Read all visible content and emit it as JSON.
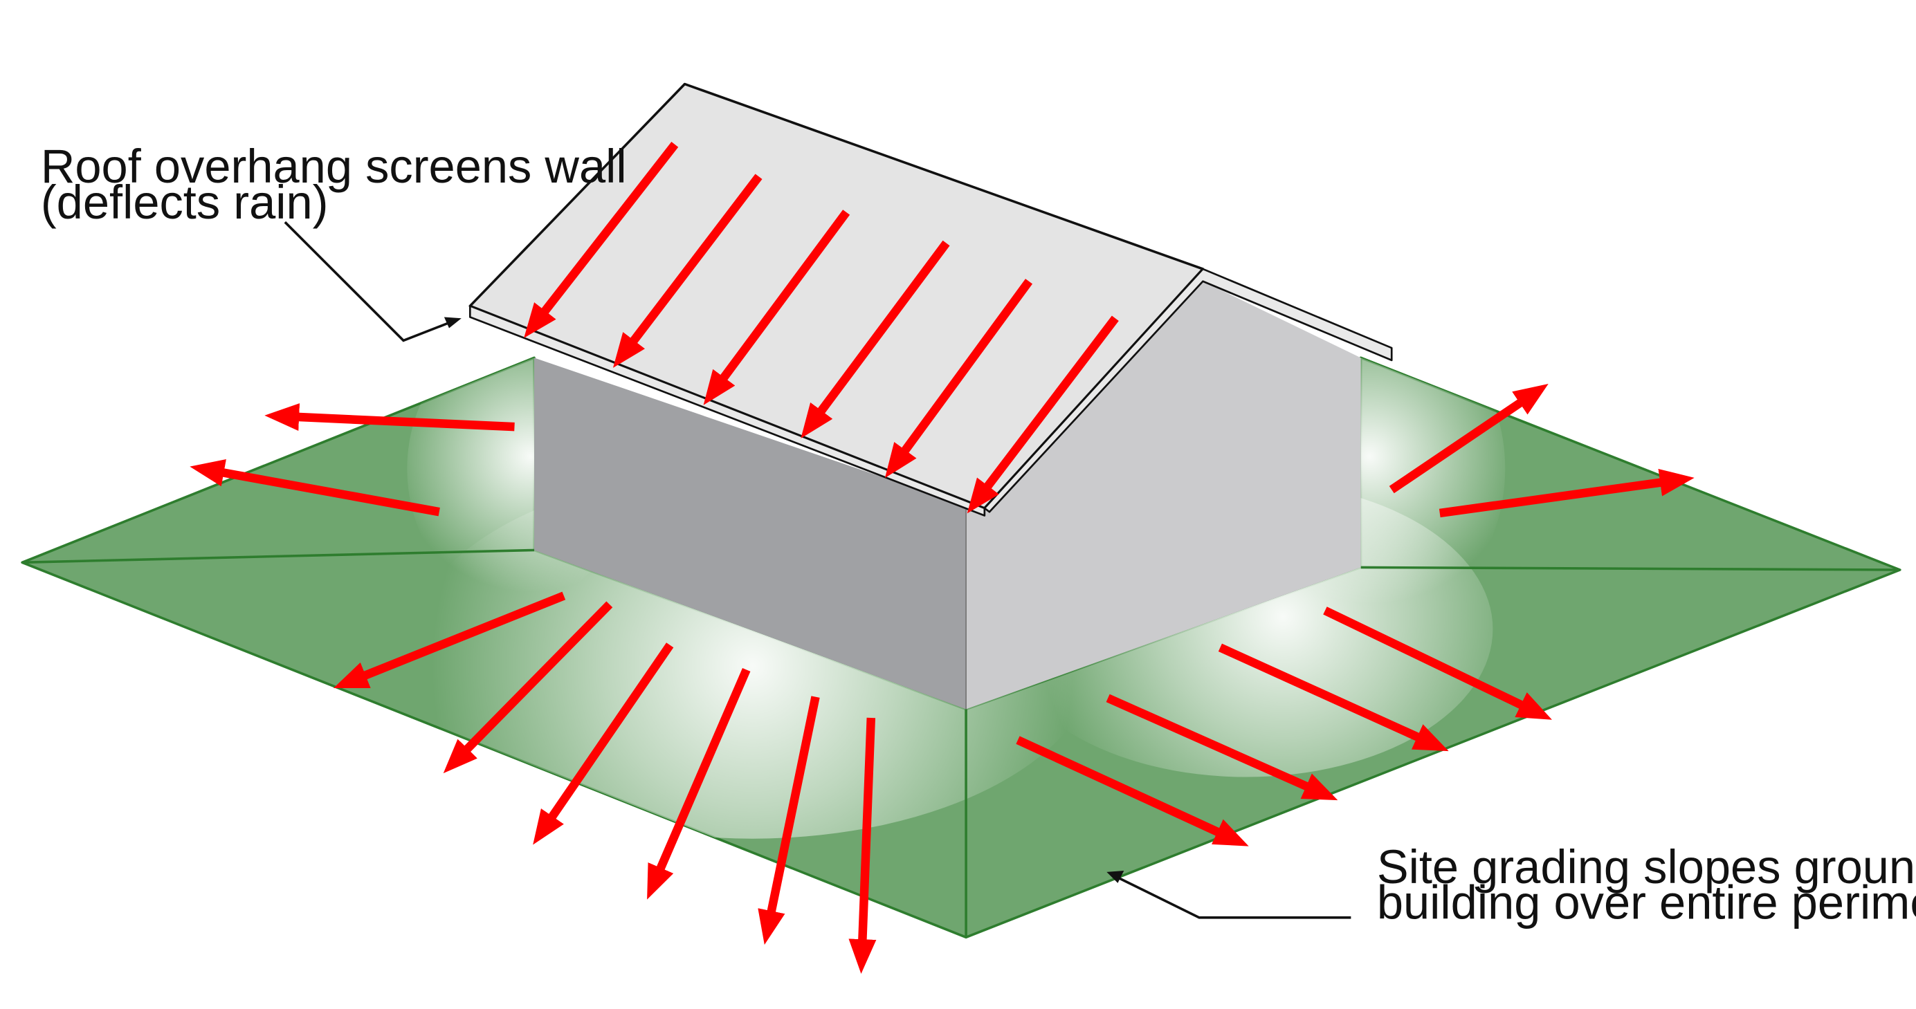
{
  "callouts": {
    "roof": {
      "line1": "Roof overhang screens wall",
      "line2": "(deflects rain)"
    },
    "grading": {
      "line1": "Site grading slopes ground away from",
      "line2": "building over entire perimeter"
    }
  },
  "colors": {
    "ground": "#6FA66F",
    "ground_edge": "#2E7D2E",
    "wall_front": "#A0A1A4",
    "wall_gable": "#CBCBCD",
    "roof": "#E4E4E4",
    "arrow": "#FF0000"
  }
}
